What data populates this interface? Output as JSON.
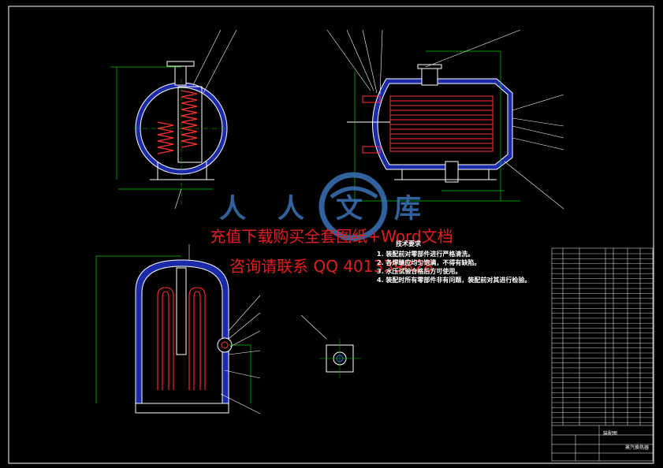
{
  "watermark": {
    "line1": "充值下载购买全套图纸+Word文档",
    "line2": "咨询请联系 QQ 401339828"
  },
  "logo_text": "人人文库",
  "technical_requirements": {
    "title": "技术要求",
    "items": [
      "1. 装配前对零部件进行严格清洗。",
      "2. 各焊缝应均匀饱满，不得有缺陷。",
      "3. 水压试验合格后方可使用。",
      "4. 装配时所有零部件非有问题，装配前对其进行检验。"
    ]
  },
  "title_block": {
    "drawing_name": "蒸汽换热器",
    "subtitle": "装配图"
  },
  "colors": {
    "outline": "#ffffff",
    "shell_fill": "#1a2aa8",
    "dimension": "#00c800",
    "coil": "#ff3030",
    "leader": "#ffffff",
    "watermark": "#e0201c",
    "logo": "#3a74b8"
  }
}
